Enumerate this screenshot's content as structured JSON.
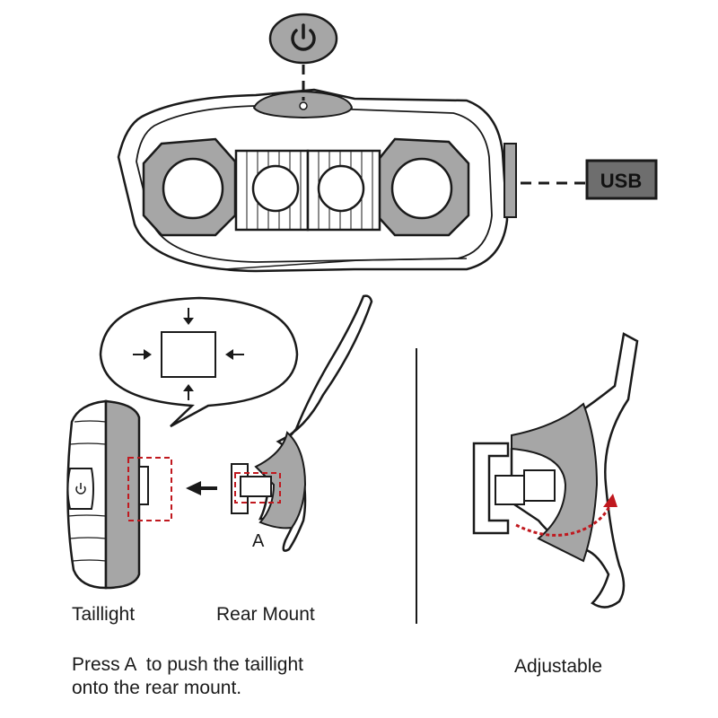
{
  "labels": {
    "usb": "USB",
    "a": "A",
    "taillight": "Taillight",
    "rear_mount": "Rear Mount",
    "adjustable": "Adjustable",
    "instruction_line1": "Press A  to push the taillight",
    "instruction_line2": "onto the rear mount."
  },
  "icons": {
    "power": "power-icon",
    "arrows": "arrow-icon",
    "rotation": "rotation-arrow-icon"
  },
  "colors": {
    "outline": "#1a1a1a",
    "gray_fill": "#a6a6a6",
    "dark_fill": "#3a3a3a",
    "usb_fill": "#6e6e6e",
    "highlight_red": "#c0181e"
  }
}
